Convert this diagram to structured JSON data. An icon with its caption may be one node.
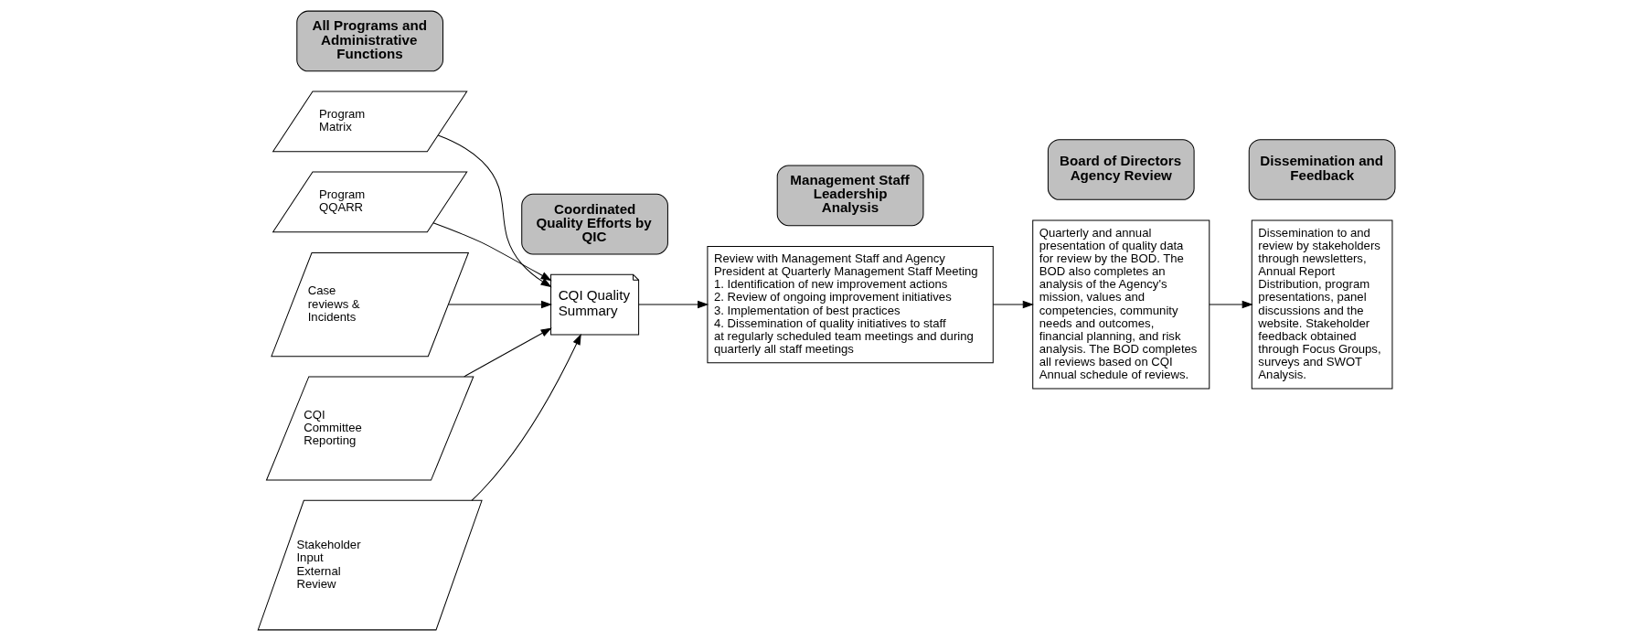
{
  "diagram": {
    "nodes": [
      {
        "text": [
          "All Programs and Administrative Functions"
        ]
      },
      {
        "text": [
          "Coordinated Quality Efforts by QIC"
        ]
      },
      {
        "text": [
          "Management Staff Leadership Analysis"
        ]
      },
      {
        "text": [
          "Board of Directors Agency Review"
        ]
      },
      {
        "text": [
          "Dissemination and Feedback"
        ]
      },
      {
        "text": [
          "Program Matrix"
        ]
      },
      {
        "text": [
          "Program QQARR"
        ]
      },
      {
        "text": [
          "Case reviews & Incidents"
        ]
      },
      {
        "text": [
          "CQI Committee Reporting"
        ]
      },
      {
        "text": [
          "Stakeholder Input External Review"
        ]
      },
      {
        "text": [
          "CQI Quality Summary"
        ]
      },
      {
        "text": [
          "Review with Management Staff and Agency President at Quarterly Management Staff Meeting",
          "1. Identification of new improvement actions",
          "2. Review of ongoing improvement initiatives",
          "3. Implementation of best practices",
          "4. Dissemination of quality initiatives to staff at regularly scheduled team meetings and during quarterly all staff meetings"
        ]
      },
      {
        "text": [
          "Quarterly and annual presentation of quality data for review by the BOD. The BOD also completes an analysis of the Agency's mission, values and competencies, community needs and outcomes, financial planning, and risk analysis. The BOD completes all reviews based on CQI Annual schedule of reviews."
        ]
      },
      {
        "text": [
          "Dissemination to and review by stakeholders through newsletters, Annual Report Distribution, program presentations, panel discussions and the website. Stakeholder feedback obtained through Focus Groups, surveys and SWOT Analysis."
        ]
      }
    ],
    "edges": [
      {
        "from": 5,
        "to": 10,
        "arrow": "to"
      },
      {
        "from": 6,
        "to": 10,
        "arrow": "to"
      },
      {
        "from": 7,
        "to": 10,
        "arrow": "to"
      },
      {
        "from": 8,
        "to": 10,
        "arrow": "to"
      },
      {
        "from": 9,
        "to": 10,
        "arrow": "to"
      },
      {
        "from": 10,
        "to": 11,
        "arrow": "to"
      },
      {
        "from": 11,
        "to": 12,
        "arrow": "to"
      },
      {
        "from": 12,
        "to": 13,
        "arrow": "to"
      }
    ]
  }
}
